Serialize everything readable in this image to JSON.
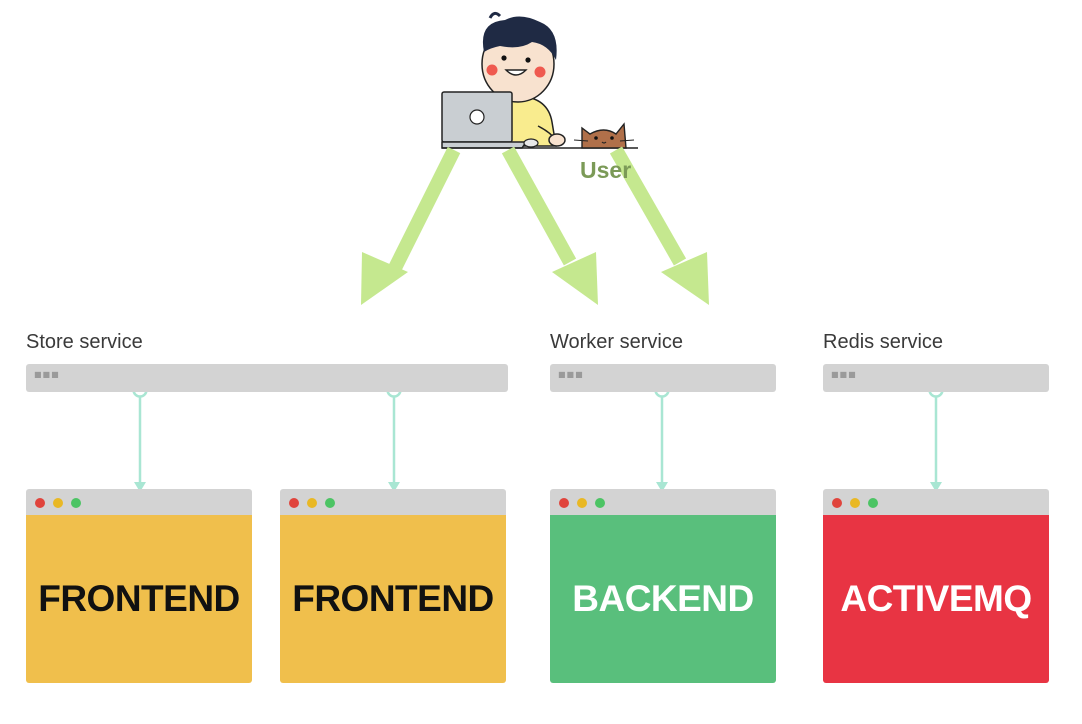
{
  "user": {
    "label": "User"
  },
  "services": [
    {
      "label": "Store service"
    },
    {
      "label": "Worker service"
    },
    {
      "label": "Redis service"
    }
  ],
  "bar_dots": "■■■",
  "windows": [
    {
      "label": "FRONTEND",
      "color": "#f0bf4c",
      "text_color": "#111111"
    },
    {
      "label": "FRONTEND",
      "color": "#f0bf4c",
      "text_color": "#111111"
    },
    {
      "label": "BACKEND",
      "color": "#59bf7c",
      "text_color": "#ffffff"
    },
    {
      "label": "ACTIVEMQ",
      "color": "#e83443",
      "text_color": "#ffffff"
    }
  ],
  "colors": {
    "arrow": "#c5e88f",
    "connector": "#a9e6d3",
    "bar": "#d3d3d3"
  }
}
